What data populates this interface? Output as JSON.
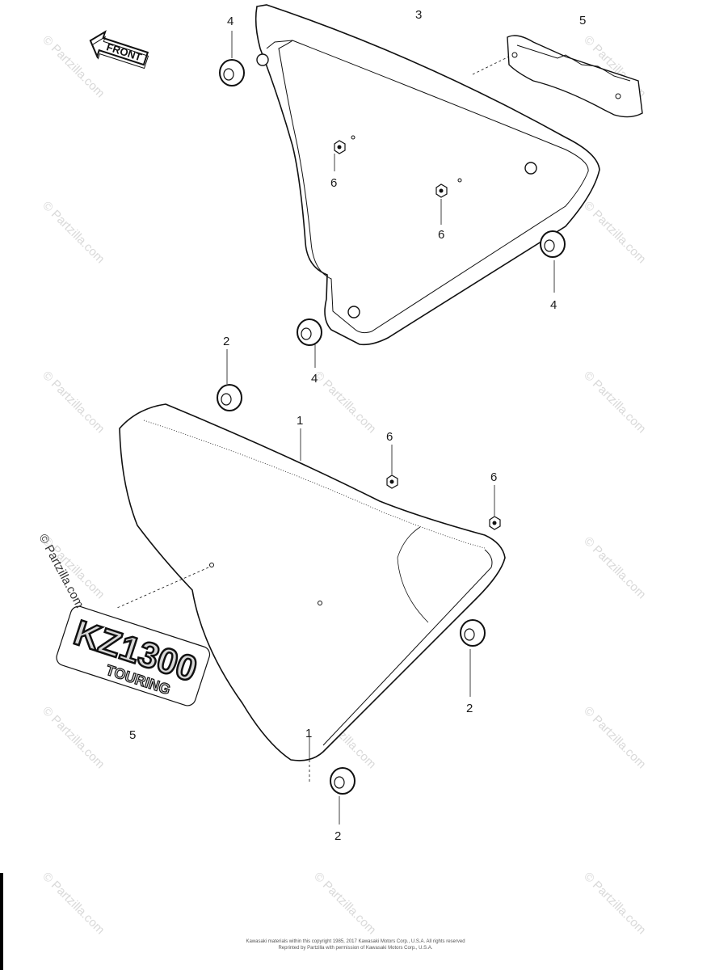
{
  "diagram": {
    "front_label": "FRONT",
    "badge": {
      "model": "KZ1300",
      "subtitle": "TOURING"
    },
    "callouts": {
      "c1_top": "1",
      "c1_bottom": "1",
      "c2_top": "2",
      "c2_right": "2",
      "c2_bottom": "2",
      "c3": "3",
      "c4_top": "4",
      "c4_right": "4",
      "c4_bottom": "4",
      "c5_top": "5",
      "c5_left": "5",
      "c6_upper_left": "6",
      "c6_upper_mid": "6",
      "c6_lower_a": "6",
      "c6_lower_b": "6"
    },
    "watermark": "© Partzilla.com",
    "footer_line1": "Kawasaki materials within this copyright 1985, 2017 Kawasaki Motors Corp., U.S.A. All rights reserved",
    "footer_line2": "Reprinted by Partzilla with permission of Kawasaki Motors Corp., U.S.A."
  }
}
